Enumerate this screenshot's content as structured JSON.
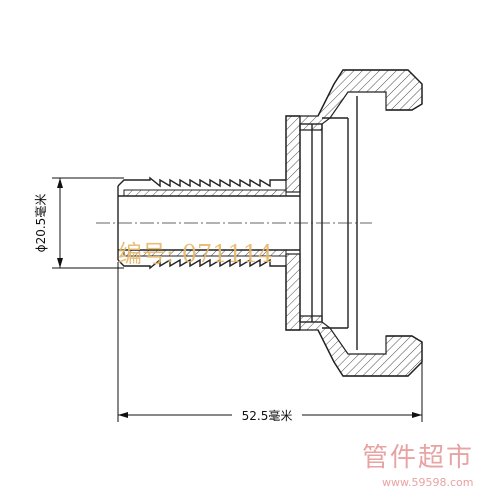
{
  "drawing": {
    "dimensions": {
      "diameter_label": "ϕ20.5毫米",
      "length_label": "52.5毫米"
    },
    "watermark": {
      "item_code": "编号: 071114"
    },
    "brand": {
      "name": "管件超市",
      "url": "www.59598.com"
    }
  }
}
